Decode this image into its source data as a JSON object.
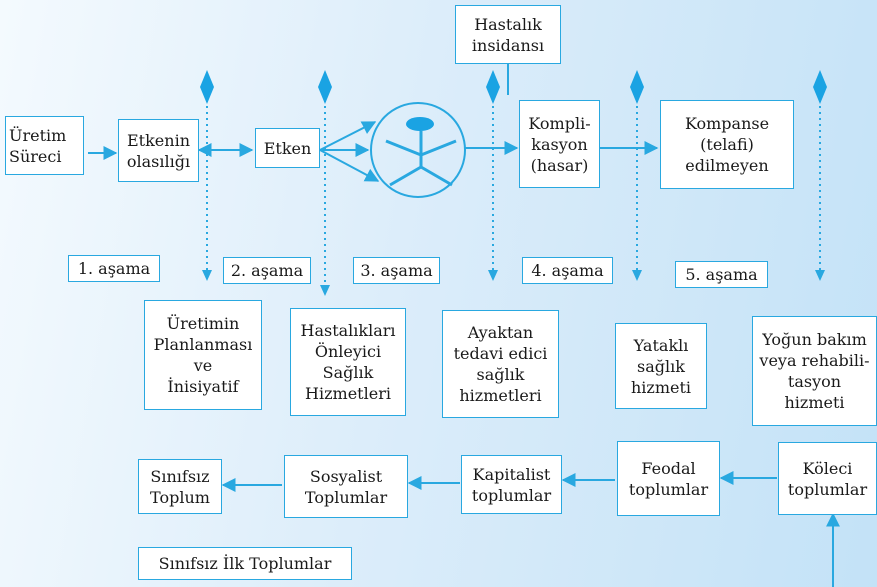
{
  "colors": {
    "accent": "#29a8e0",
    "diamond": "#1aa3e3",
    "box_fill": "#ffffff"
  },
  "flow": {
    "uretim_sureci": "Üretim\nSüreci",
    "etkenin_olasiligi": "Etkenin\nolasılığı",
    "etken": "Etken",
    "hastalik_insidansi": "Hastalık\ninsidansı",
    "komplikasyon": "Kompli-\nkasyon\n(hasar)",
    "kompanse": "Kompanse\n(telafi)\nedilmeyen"
  },
  "stages": [
    "1. aşama",
    "2. aşama",
    "3. aşama",
    "4. aşama",
    "5. aşama"
  ],
  "services": [
    "Üretimin\nPlanlanması\nve\nİnisiyatif",
    "Hastalıkları\nÖnleyici\nSağlık\nHizmetleri",
    "Ayaktan\ntedavi edici\nsağlık\nhizmetleri",
    "Yataklı\nsağlık\nhizmeti",
    "Yoğun bakım\nveya rehabili-\ntasyon\nhizmeti"
  ],
  "societies": {
    "sinifsiz_toplum": "Sınıfsız\nToplum",
    "sosyalist": "Sosyalist\nToplumlar",
    "kapitalist": "Kapitalist\ntoplumlar",
    "feodal": "Feodal\ntoplumlar",
    "koleci": "Köleci\ntoplumlar",
    "sinifsiz_ilk": "Sınıfsız İlk Toplumlar"
  },
  "icons": {
    "person": "person-in-circle-icon",
    "marker": "diamond-marker-icon"
  }
}
